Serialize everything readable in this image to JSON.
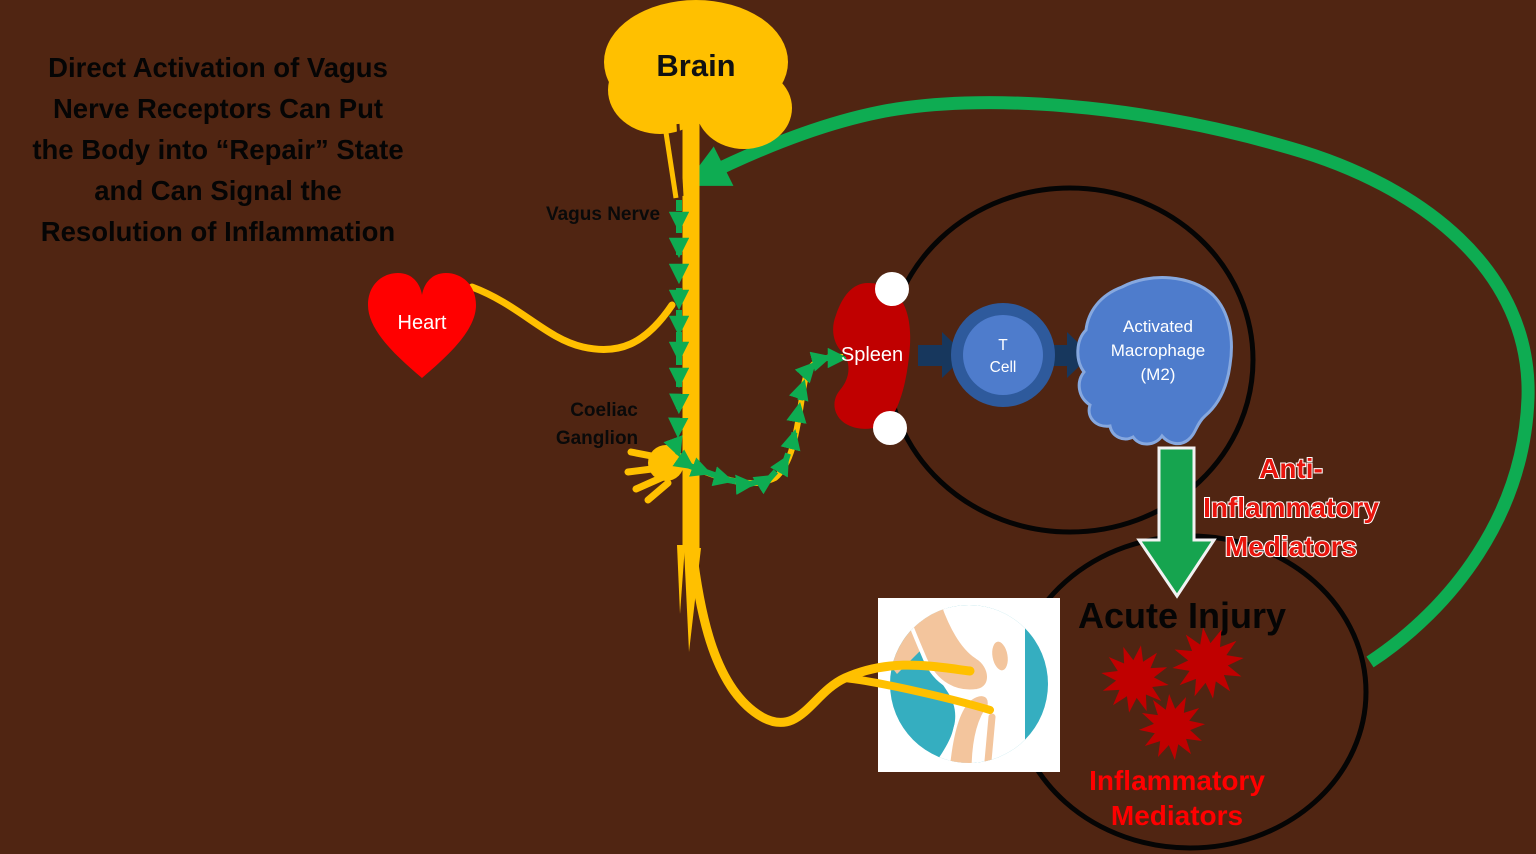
{
  "title": {
    "lines": [
      "Direct Activation of Vagus",
      "Nerve Receptors Can Put",
      "the Body into “Repair” State",
      "and Can Signal the",
      "Resolution of Inflammation"
    ]
  },
  "organs": {
    "brain": "Brain",
    "heart": "Heart",
    "spleen": "Spleen"
  },
  "labels": {
    "vagus_nerve": "Vagus Nerve",
    "coeliac_ganglion": [
      "Coeliac",
      "Ganglion"
    ],
    "acute_injury": "Acute Injury"
  },
  "cells": {
    "t_cell": [
      "T",
      "Cell"
    ],
    "macrophage": [
      "Activated",
      "Macrophage",
      "(M2)"
    ]
  },
  "mediators": {
    "anti_inflammatory": [
      "Anti-",
      "Inflammatory",
      "Mediators"
    ],
    "inflammatory": [
      "Inflammatory",
      "Mediators"
    ]
  },
  "palette": {
    "background": "#502512",
    "nerve_yellow": "#FFC000",
    "signal_green": "#0EAC52",
    "arrow_navy": "#17375D",
    "heart_red": "#FF0000",
    "spleen_dark_red": "#C00000",
    "cell_blue": "#4E7CCC",
    "cell_ring_blue": "#2E5A9C",
    "macrophage_border_blue": "#86A8DF",
    "knee_teal": "#35AEC0",
    "bone_peach": "#F3C59D",
    "loop_black": "#050505",
    "anti_inflammatory_red": "#E8150D",
    "inflammatory_red": "#FF0000",
    "white": "#FFFFFF"
  }
}
